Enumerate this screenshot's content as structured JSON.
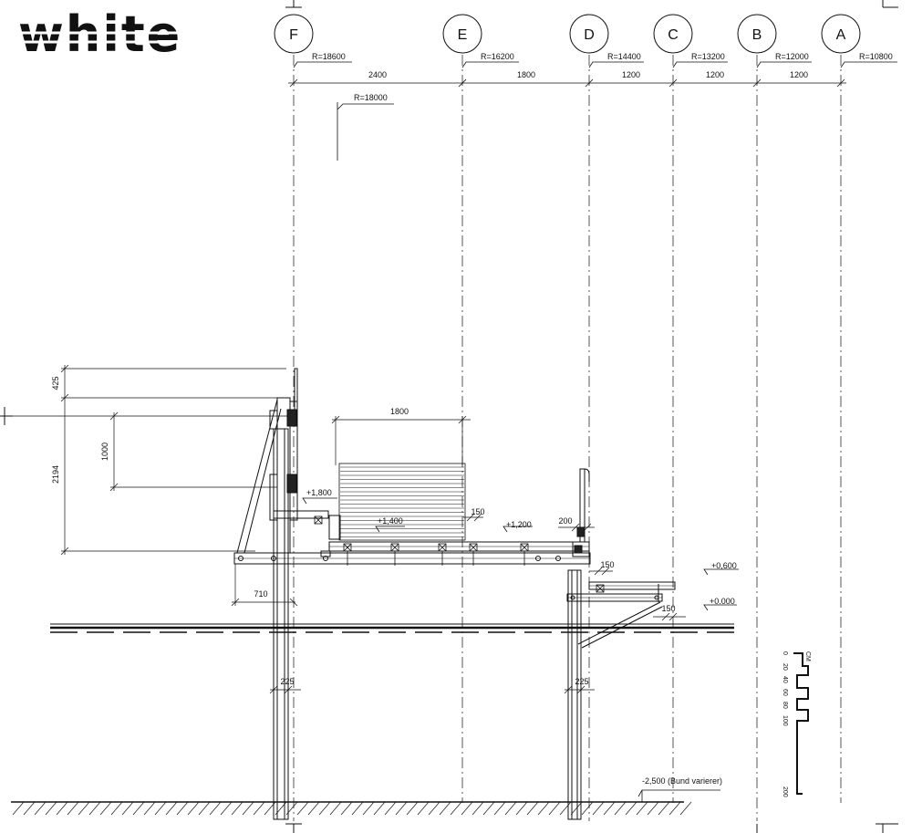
{
  "brand": {
    "logo_text": "white"
  },
  "grid": {
    "axes": [
      {
        "id": "F",
        "radius": "R=18600"
      },
      {
        "id": "E",
        "radius": "R=16200"
      },
      {
        "id": "D",
        "radius": "R=14400"
      },
      {
        "id": "C",
        "radius": "R=13200"
      },
      {
        "id": "B",
        "radius": "R=12000"
      },
      {
        "id": "A",
        "radius": "R=10800"
      }
    ],
    "spacings": [
      "2400",
      "1800",
      "1200",
      "1200",
      "1200"
    ],
    "extra_radius": "R=18000"
  },
  "dimensions": {
    "d425": "425",
    "d2194": "2194",
    "d1000": "1000",
    "d1800": "1800",
    "d710": "710",
    "d150a": "150",
    "d200": "200",
    "d150b": "150",
    "d150c": "150",
    "d225a": "225",
    "d225b": "225"
  },
  "levels": {
    "l1800": "+1,800",
    "l1400": "+1,400",
    "l1200": "+1,200",
    "l0600": "+0,600",
    "l0000": "+0.000",
    "ground": "-2,500 (Bund varierer)"
  },
  "scale_bar": {
    "unit": "CM",
    "ticks": [
      "0",
      "20",
      "40",
      "60",
      "80",
      "100",
      "200"
    ]
  }
}
